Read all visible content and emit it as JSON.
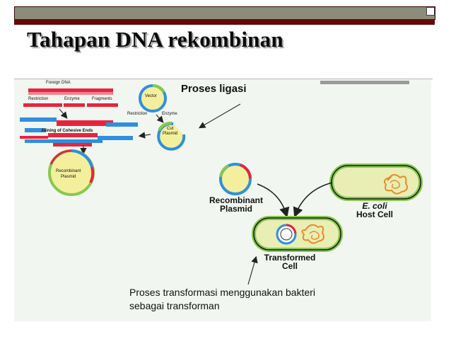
{
  "slide": {
    "title": "Tahapan DNA rekombinan"
  },
  "diagram": {
    "label_proses_ligasi": "Proses ligasi",
    "label_foreign_dna": "Foreign DNA",
    "label_restriction": "Restriction",
    "label_enzyme": "Enzyme",
    "label_fragments": "Fragments",
    "label_vector": "Vector",
    "label_restriction2": "Restriction",
    "label_enzyme2": "Enzyme",
    "label_joining": "Joining of Cohesive Ends",
    "label_cut_plasmid_1": "Cut",
    "label_cut_plasmid_2": "Plasmid",
    "label_recombinant_small_1": "Recombinant",
    "label_recombinant_small_2": "Plasmid",
    "label_recombinant_1": "Recombinant",
    "label_recombinant_2": "Plasmid",
    "label_ecoli": "E. coli",
    "label_host_cell": "Host Cell",
    "label_transformed_1": "Transformed",
    "label_transformed_2": "Cell",
    "caption_line1": "Proses transformasi menggunakan bakteri",
    "caption_line2": "sebagai transforman"
  },
  "colors": {
    "accent_dark_red": "#650808",
    "red_dna": "#e8243c",
    "blue_dna": "#2f8fe0",
    "cell_green": "#86c94e",
    "cell_fill": "#e8eeb4",
    "plasmid_yellow": "#f4ef9c",
    "chromosome_orange": "#e98a2a"
  }
}
